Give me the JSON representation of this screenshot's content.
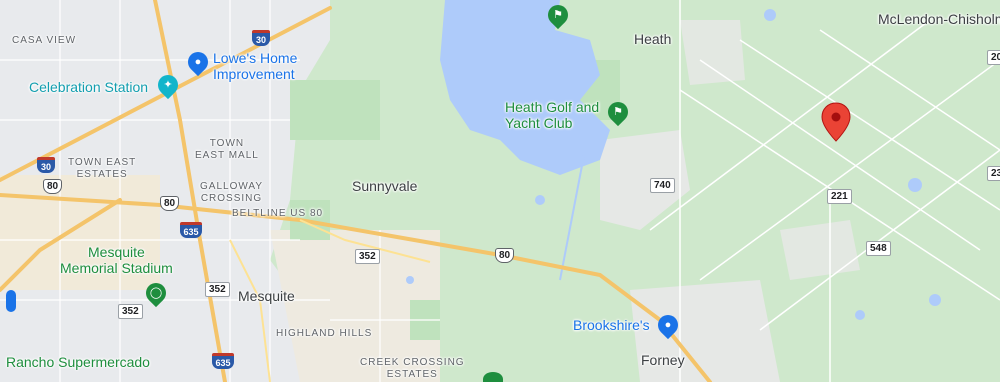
{
  "places": {
    "casa_view": "CASA VIEW",
    "heath": "Heath",
    "mclendon": "McLendon-Chisholm",
    "town_east_mall": "TOWN\nEAST MALL",
    "town_east_estates": "TOWN EAST\nESTATES",
    "galloway": "GALLOWAY\nCROSSING",
    "beltline": "BELTLINE US 80",
    "sunnyvale": "Sunnyvale",
    "mesquite": "Mesquite",
    "highland_hills": "HIGHLAND HILLS",
    "creek_crossing": "CREEK CROSSING\nESTATES",
    "forney": "Forney"
  },
  "pois": {
    "lowes": "Lowe's Home\nImprovement",
    "celebration": "Celebration Station",
    "heath_golf": "Heath Golf and\nYacht Club",
    "mesquite_stadium": "Mesquite\nMemorial Stadium",
    "brookshires": "Brookshire's",
    "rancho": "Rancho Supermercado"
  },
  "shields": {
    "i30_top": "30",
    "i30_left": "30",
    "us80_left": "80",
    "us80_mid": "80",
    "i635_a": "635",
    "i635_b": "635",
    "us80_center": "80",
    "r352_a": "352",
    "r352_b": "352",
    "r352_c": "352",
    "r740": "740",
    "r221": "221",
    "r548": "548",
    "r20": "20",
    "r23": "23"
  },
  "colors": {
    "lake": "#aecbfa",
    "park": "#c5e6c4",
    "urban": "#e8eaed",
    "highway": "#f4c46a",
    "marker": "#ea4335"
  },
  "icons": {
    "selected_marker": "location-pin-icon",
    "lowes_icon": "shopping-bag-icon",
    "celebration_icon": "amusement-icon",
    "golf_icon": "golf-icon",
    "stadium_icon": "stadium-icon",
    "brookshires_icon": "grocery-cart-icon"
  }
}
